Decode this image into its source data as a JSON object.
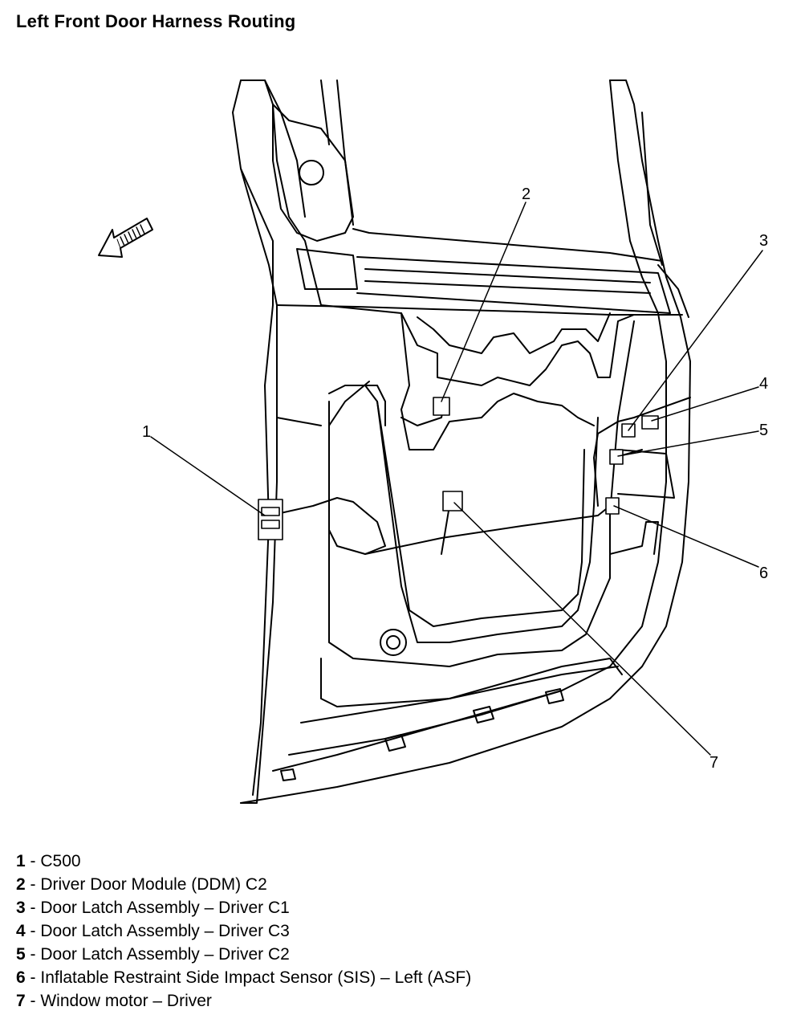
{
  "title": "Left Front Door Harness Routing",
  "callouts": [
    {
      "num": "1",
      "label": "C500"
    },
    {
      "num": "2",
      "label": "Driver Door Module (DDM) C2"
    },
    {
      "num": "3",
      "label": "Door Latch Assembly – Driver C1"
    },
    {
      "num": "4",
      "label": "Door Latch Assembly – Driver C3"
    },
    {
      "num": "5",
      "label": "Door Latch Assembly – Driver C2"
    },
    {
      "num": "6",
      "label": "Inflatable Restraint Side Impact Sensor (SIS) – Left (ASF)"
    },
    {
      "num": "7",
      "label": "Window motor – Driver"
    }
  ],
  "separator": " - ",
  "icons": {
    "direction": "front-arrow-icon"
  }
}
